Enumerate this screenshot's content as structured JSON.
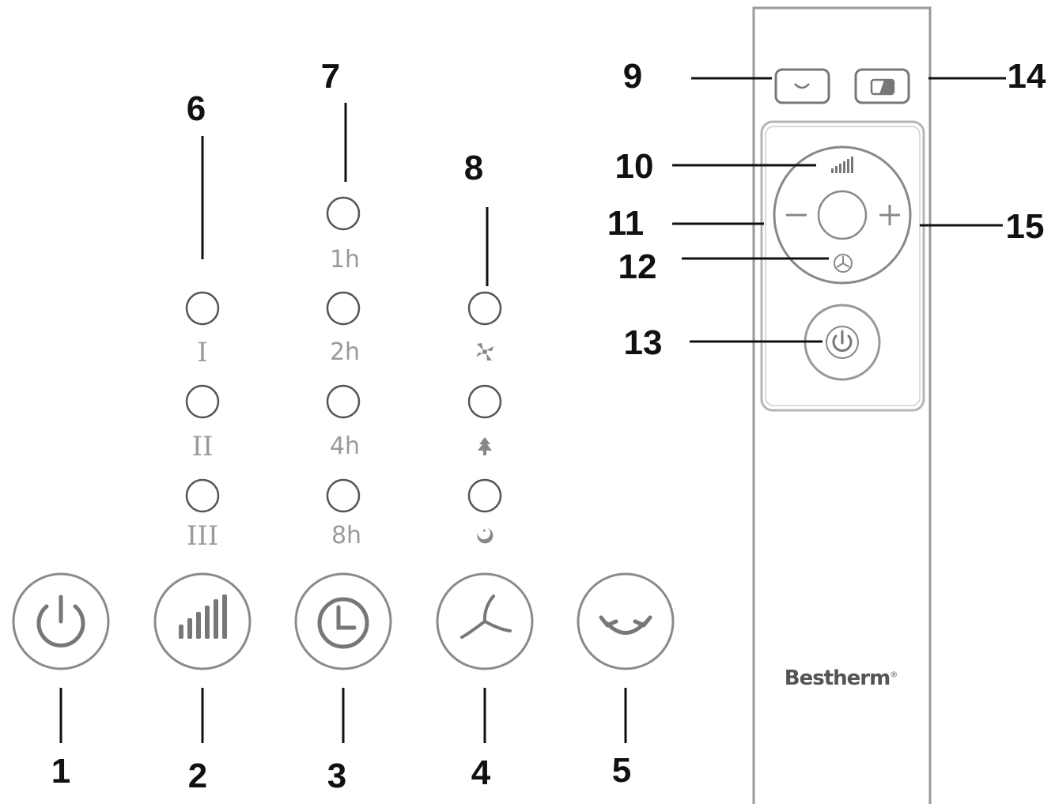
{
  "callouts": {
    "c1": "1",
    "c2": "2",
    "c3": "3",
    "c4": "4",
    "c5": "5",
    "c6": "6",
    "c7": "7",
    "c8": "8",
    "c9": "9",
    "c10": "10",
    "c11": "11",
    "c12": "12",
    "c13": "13",
    "c14": "14",
    "c15": "15"
  },
  "panel": {
    "speed_labels": [
      "I",
      "II",
      "III"
    ],
    "timer_labels": [
      "1h",
      "2h",
      "4h",
      "8h"
    ],
    "mode_icons": [
      "fan-mode-icon",
      "natural-wind-icon",
      "sleep-mode-icon"
    ],
    "buttons": [
      "power-icon",
      "fan-speed-icon",
      "timer-icon",
      "mode-fan-icon",
      "oscillation-icon"
    ]
  },
  "remote": {
    "brand": "Bestherm",
    "brand_mark": "®",
    "buttons": [
      "oscillation-icon",
      "display-icon",
      "fan-speed-icon",
      "minus-icon",
      "plus-icon",
      "mode-fan-icon",
      "power-icon"
    ]
  },
  "colors": {
    "line": "#111111",
    "outline": "#8a8a8a",
    "icon": "#777777",
    "label": "#9a9a9a"
  }
}
